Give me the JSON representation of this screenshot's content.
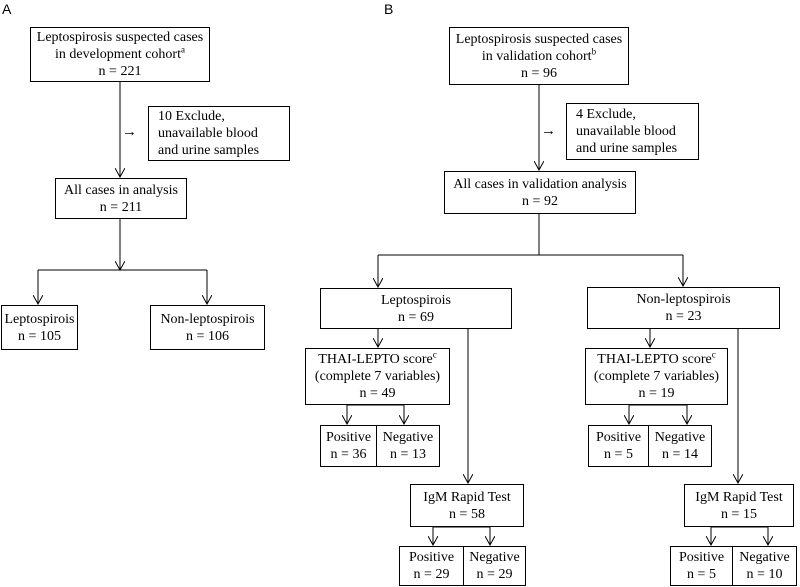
{
  "panels": {
    "a": {
      "label": "A",
      "dev_cohort": {
        "line1": "Leptospirosis suspected cases",
        "line2": "in development cohort",
        "sup": "a",
        "line3": "n = 221"
      },
      "exclude": {
        "line1": "10 Exclude,",
        "line2": "unavailable blood",
        "line3": "and urine samples"
      },
      "analysis": {
        "line1": "All cases in analysis",
        "line2": "n = 211"
      },
      "lepto": {
        "line1": "Leptospirois",
        "line2": "n = 105"
      },
      "nonlepto": {
        "line1": "Non-leptospirois",
        "line2": "n = 106"
      }
    },
    "b": {
      "label": "B",
      "val_cohort": {
        "line1": "Leptospirosis suspected cases",
        "line2": "in validation cohort",
        "sup": "b",
        "line3": "n = 96"
      },
      "exclude": {
        "line1": "4 Exclude,",
        "line2": "unavailable blood",
        "line3": "and urine samples"
      },
      "analysis": {
        "line1": "All cases in validation analysis",
        "line2": "n = 92"
      },
      "lepto": {
        "line1": "Leptospirois",
        "line2": "n = 69"
      },
      "nonlepto": {
        "line1": "Non-leptospirois",
        "line2": "n = 23"
      },
      "lepto_score": {
        "line1": "THAI-LEPTO score",
        "sup": "c",
        "line2": "(complete 7 variables)",
        "line3": "n = 49"
      },
      "nonlepto_score": {
        "line1": "THAI-LEPTO score",
        "sup": "c",
        "line2": "(complete 7 variables)",
        "line3": "n = 19"
      },
      "lepto_score_pos": {
        "line1": "Positive",
        "line2": "n = 36"
      },
      "lepto_score_neg": {
        "line1": "Negative",
        "line2": "n = 13"
      },
      "nonlepto_score_pos": {
        "line1": "Positive",
        "line2": "n = 5"
      },
      "nonlepto_score_neg": {
        "line1": "Negative",
        "line2": "n = 14"
      },
      "lepto_igm": {
        "line1": "IgM Rapid Test",
        "line2": "n = 58"
      },
      "nonlepto_igm": {
        "line1": "IgM Rapid Test",
        "line2": "n = 15"
      },
      "lepto_igm_pos": {
        "line1": "Positive",
        "line2": "n = 29"
      },
      "lepto_igm_neg": {
        "line1": "Negative",
        "line2": "n = 29"
      },
      "nonlepto_igm_pos": {
        "line1": "Positive",
        "line2": "n = 5"
      },
      "nonlepto_igm_neg": {
        "line1": "Negative",
        "line2": "n = 10"
      }
    }
  }
}
